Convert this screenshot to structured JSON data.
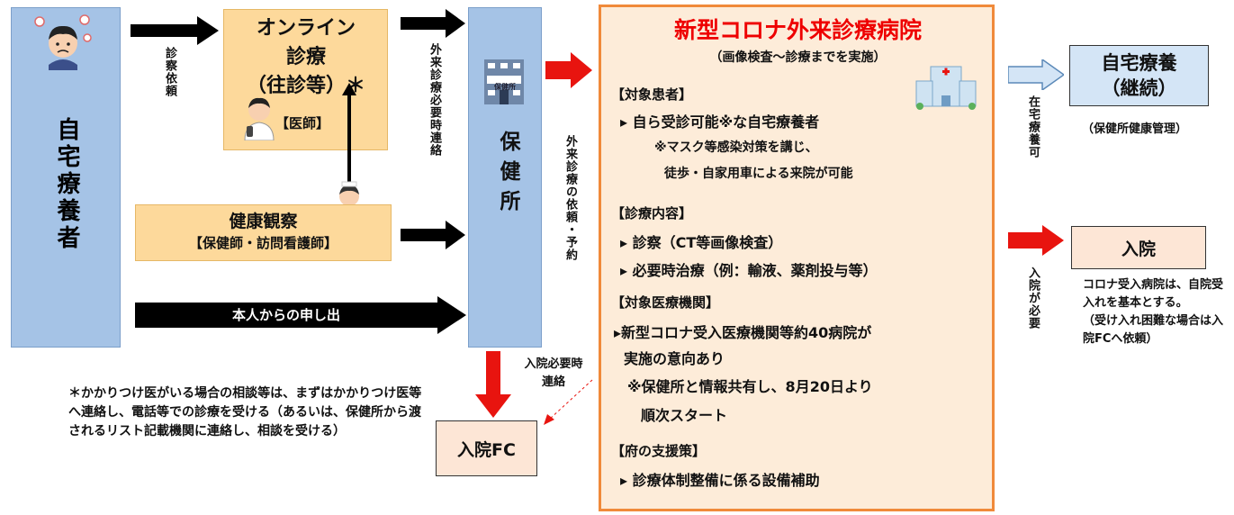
{
  "patient": {
    "label": "自宅療養者"
  },
  "online": {
    "title_line1": "オンライン",
    "title_line2": "診療",
    "title_line3": "（往診等）＊",
    "doctor": "【医師】"
  },
  "health_observation": {
    "title": "健康観察",
    "sub": "【保健師・訪問看護師】"
  },
  "health_center": {
    "label": "保健所",
    "icon_sign": "保健所"
  },
  "arrows": {
    "consult_request": "診察依頼",
    "outpatient_contact": "外来診療必要時連絡",
    "outpatient_request": "外来診療の依頼・予約",
    "self_report": "本人からの申し出",
    "admission_contact": "入院必要時\n連絡",
    "home_ok": "在宅療養可",
    "admission_needed": "入院が必要"
  },
  "hospital": {
    "title": "新型コロナ外来診療病院",
    "subtitle": "（画像検査～診療までを実施）",
    "sections": [
      {
        "heading": "【対象患者】",
        "items": [
          "▸ 自ら受診可能※な自宅療養者",
          "※マスク等感染対策を講じ、",
          "徒歩・自家用車による来院が可能"
        ]
      },
      {
        "heading": "【診療内容】",
        "items": [
          "▸ 診察（CT等画像検査）",
          "▸ 必要時治療（例：輸液、薬剤投与等）"
        ]
      },
      {
        "heading": "【対象医療機関】",
        "items": [
          "▸新型コロナ受入医療機関等約40病院が",
          "実施の意向あり",
          "※保健所と情報共有し、8月20日より",
          "順次スタート"
        ]
      },
      {
        "heading": "【府の支援策】",
        "items": [
          "▸ 診療体制整備に係る設備補助"
        ]
      }
    ]
  },
  "home_care": {
    "line1": "自宅療養",
    "line2": "（継続）",
    "note": "（保健所健康管理）"
  },
  "admission": {
    "label": "入院",
    "note": "コロナ受入病院は、自院受入れを基本とする。\n（受け入れ困難な場合は入院FCへ依頼）"
  },
  "admission_fc": {
    "label": "入院FC"
  },
  "footnote": "＊かかりつけ医がいる場合の相談等は、まずはかかりつけ医等へ連絡し、電話等での診療を受ける（あるいは、保健所から渡されるリスト記載機関に連絡し、相談を受ける）",
  "colors": {
    "blue_box": "#a5c3e6",
    "orange_box": "#fdd99b",
    "hospital_border": "#f08a3a",
    "red_arrow": "#e8140f",
    "title_red": "#ee0000"
  },
  "icons": [
    "worried-patient-icon",
    "doctor-icon",
    "nurse-icon",
    "health-center-building-icon",
    "hospital-building-icon"
  ]
}
